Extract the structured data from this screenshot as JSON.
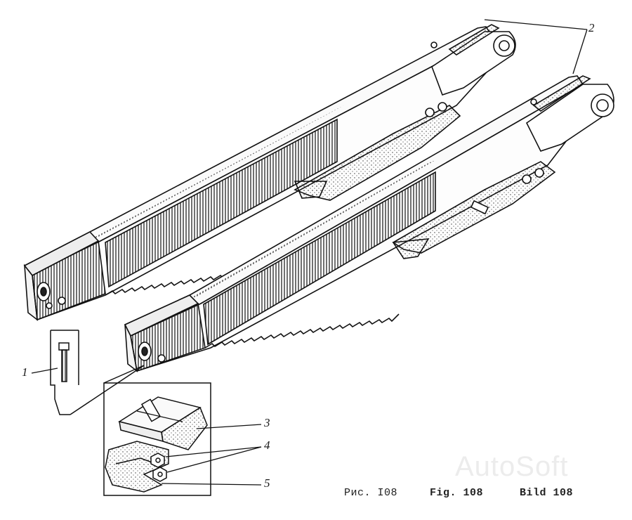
{
  "callouts": {
    "c1": "1",
    "c2": "2",
    "c3": "3",
    "c4": "4",
    "c5": "5"
  },
  "caption": {
    "ru": "Рис. I08",
    "en": "Fig. 108",
    "de": "Bild 108"
  },
  "watermark": "AutoSoft"
}
